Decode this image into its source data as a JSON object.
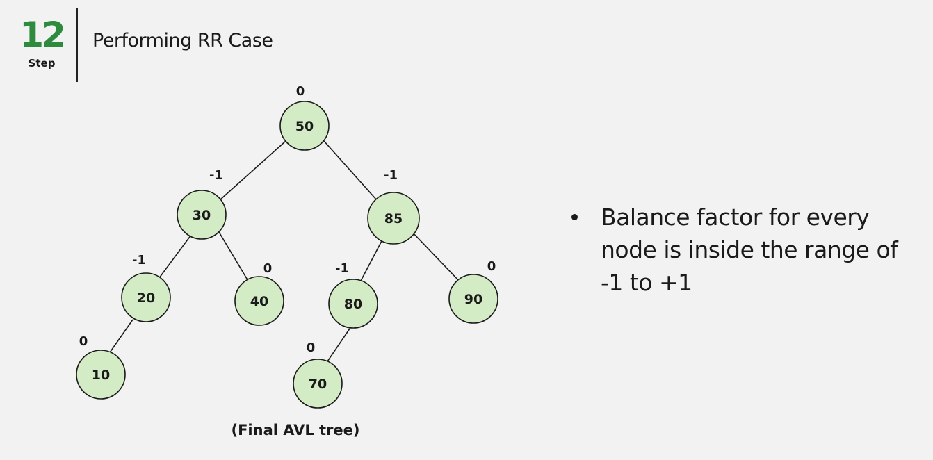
{
  "header": {
    "step_number": "12",
    "step_label": "Step",
    "title": "Performing RR Case"
  },
  "tree": {
    "nodes": [
      {
        "id": "n50",
        "value": "50",
        "balance_factor": "0"
      },
      {
        "id": "n30",
        "value": "30",
        "balance_factor": "-1"
      },
      {
        "id": "n85",
        "value": "85",
        "balance_factor": "-1"
      },
      {
        "id": "n20",
        "value": "20",
        "balance_factor": "-1"
      },
      {
        "id": "n40",
        "value": "40",
        "balance_factor": "0"
      },
      {
        "id": "n80",
        "value": "80",
        "balance_factor": "-1"
      },
      {
        "id": "n90",
        "value": "90",
        "balance_factor": "0"
      },
      {
        "id": "n10",
        "value": "10",
        "balance_factor": "0"
      },
      {
        "id": "n70",
        "value": "70",
        "balance_factor": "0"
      }
    ],
    "edges": [
      [
        "50",
        "30"
      ],
      [
        "50",
        "85"
      ],
      [
        "30",
        "20"
      ],
      [
        "30",
        "40"
      ],
      [
        "85",
        "80"
      ],
      [
        "85",
        "90"
      ],
      [
        "20",
        "10"
      ],
      [
        "80",
        "70"
      ]
    ],
    "caption": "(Final AVL tree)"
  },
  "explanation": {
    "bullet": "Balance factor for every node is inside the range of -1 to +1"
  },
  "colors": {
    "step_accent": "#2e8b3e",
    "node_fill": "#d4ecc6",
    "background": "#f2f2f2"
  }
}
